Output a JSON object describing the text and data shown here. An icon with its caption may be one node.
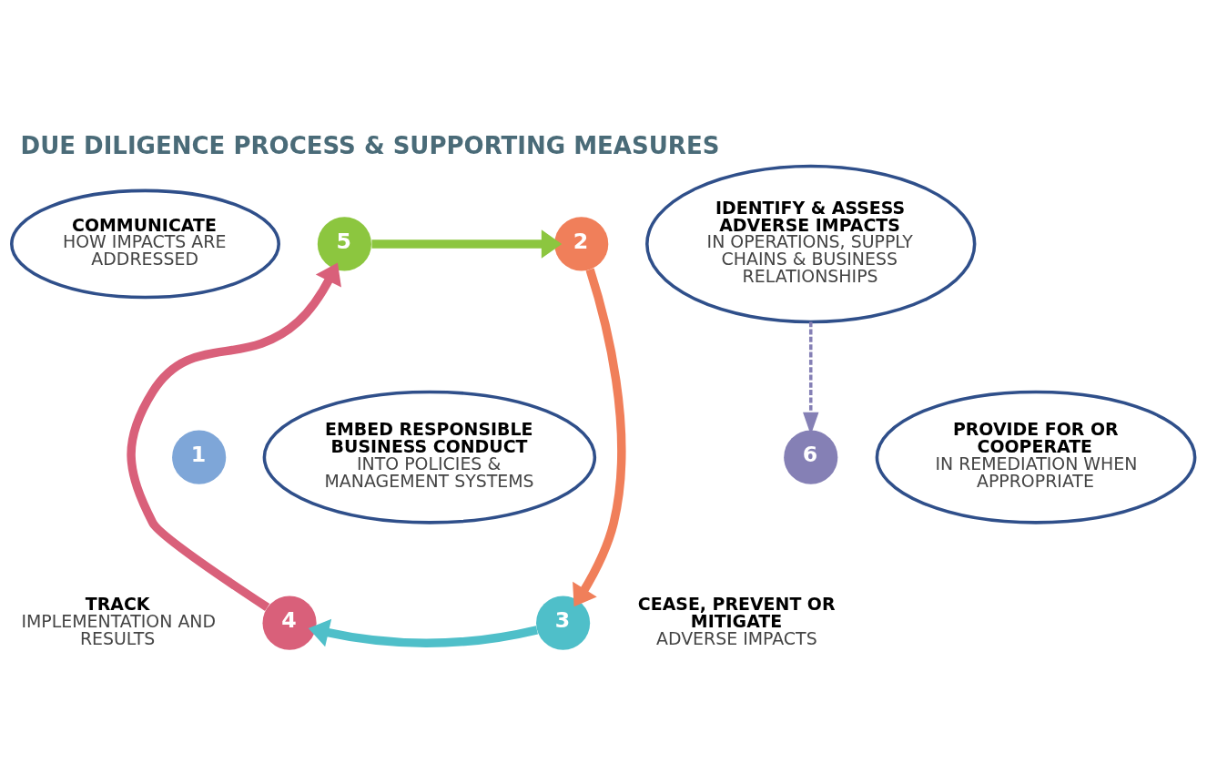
{
  "diagram": {
    "title": "DUE DILIGENCE PROCESS & SUPPORTING MEASURES",
    "nodes": [
      {
        "text": [
          "1"
        ]
      },
      {
        "text": [
          "EMBED RESPONSIBLE BUSINESS CONDUCT",
          "INTO POLICIES & MANAGEMENT SYSTEMS"
        ]
      },
      {
        "text": [
          "2"
        ]
      },
      {
        "text": [
          "IDENTIFY & ASSESS ADVERSE IMPACTS",
          "IN OPERATIONS, SUPPLY CHAINS & BUSINESS RELATIONSHIPS"
        ]
      },
      {
        "text": [
          "3"
        ]
      },
      {
        "text": [
          "CEASE, PREVENT OR MITIGATE",
          "ADVERSE IMPACTS"
        ]
      },
      {
        "text": [
          "4"
        ]
      },
      {
        "text": [
          "TRACK",
          "IMPLEMENTATION AND RESULTS"
        ]
      },
      {
        "text": [
          "5"
        ]
      },
      {
        "text": [
          "COMMUNICATE",
          "HOW IMPACTS ARE ADDRESSED"
        ]
      },
      {
        "text": [
          "6"
        ]
      },
      {
        "text": [
          "PROVIDE FOR OR COOPERATE",
          "IN REMEDIATION WHEN APPROPRIATE"
        ]
      }
    ],
    "edges": [
      {
        "from": 8,
        "to": 2,
        "arrow": "to",
        "color": "#8cc63f"
      },
      {
        "from": 2,
        "to": 4,
        "arrow": "to",
        "color": "#f07f5a"
      },
      {
        "from": 4,
        "to": 6,
        "arrow": "to",
        "color": "#4fbfc9"
      },
      {
        "from": 6,
        "to": 8,
        "arrow": "to",
        "color": "#d9607a"
      },
      {
        "from": 3,
        "to": 10,
        "arrow": "to",
        "style": "dashed",
        "color": "#8580b5"
      }
    ]
  }
}
